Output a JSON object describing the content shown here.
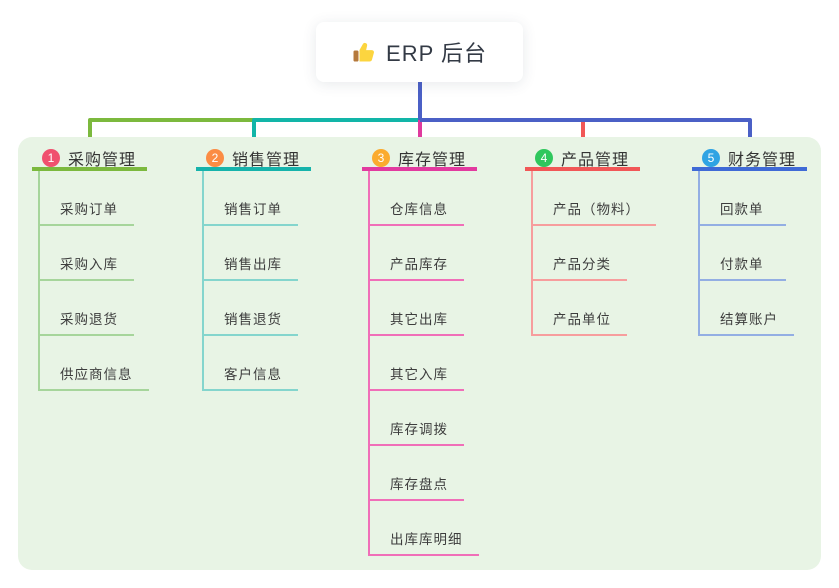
{
  "root": {
    "title": "ERP 后台",
    "icon": "thumbs-up-icon"
  },
  "connectors": {
    "root_stem_color": "#4b60c6",
    "segment_left_color": "#7cb93e",
    "segment_mid_color": "#12b5a8",
    "segment_right_color": "#4b60c6",
    "drop_colors": [
      "#7cb93e",
      "#12b5a8",
      "#df3a9e",
      "#f15757",
      "#4b60c6"
    ]
  },
  "branches": [
    {
      "index": "1",
      "label": "采购管理",
      "badge_color": "#f0506e",
      "line_color": "#7cb93e",
      "child_line_color": "#a6d59b",
      "children": [
        "采购订单",
        "采购入库",
        "采购退货",
        "供应商信息"
      ]
    },
    {
      "index": "2",
      "label": "销售管理",
      "badge_color": "#fb8c44",
      "line_color": "#16b3ab",
      "child_line_color": "#84d5cd",
      "children": [
        "销售订单",
        "销售出库",
        "销售退货",
        "客户信息"
      ]
    },
    {
      "index": "3",
      "label": "库存管理",
      "badge_color": "#fbab2e",
      "line_color": "#e23a9f",
      "child_line_color": "#f06eb8",
      "children": [
        "仓库信息",
        "产品库存",
        "其它出库",
        "其它入库",
        "库存调拨",
        "库存盘点",
        "出库库明细"
      ]
    },
    {
      "index": "4",
      "label": "产品管理",
      "badge_color": "#2fc75d",
      "line_color": "#f15757",
      "child_line_color": "#f79d9d",
      "children": [
        "产品（物料）",
        "产品分类",
        "产品单位"
      ]
    },
    {
      "index": "5",
      "label": "财务管理",
      "badge_color": "#2fa3e3",
      "line_color": "#3f6ad6",
      "child_line_color": "#93aee3",
      "children": [
        "回款单",
        "付款单",
        "结算账户"
      ]
    }
  ]
}
